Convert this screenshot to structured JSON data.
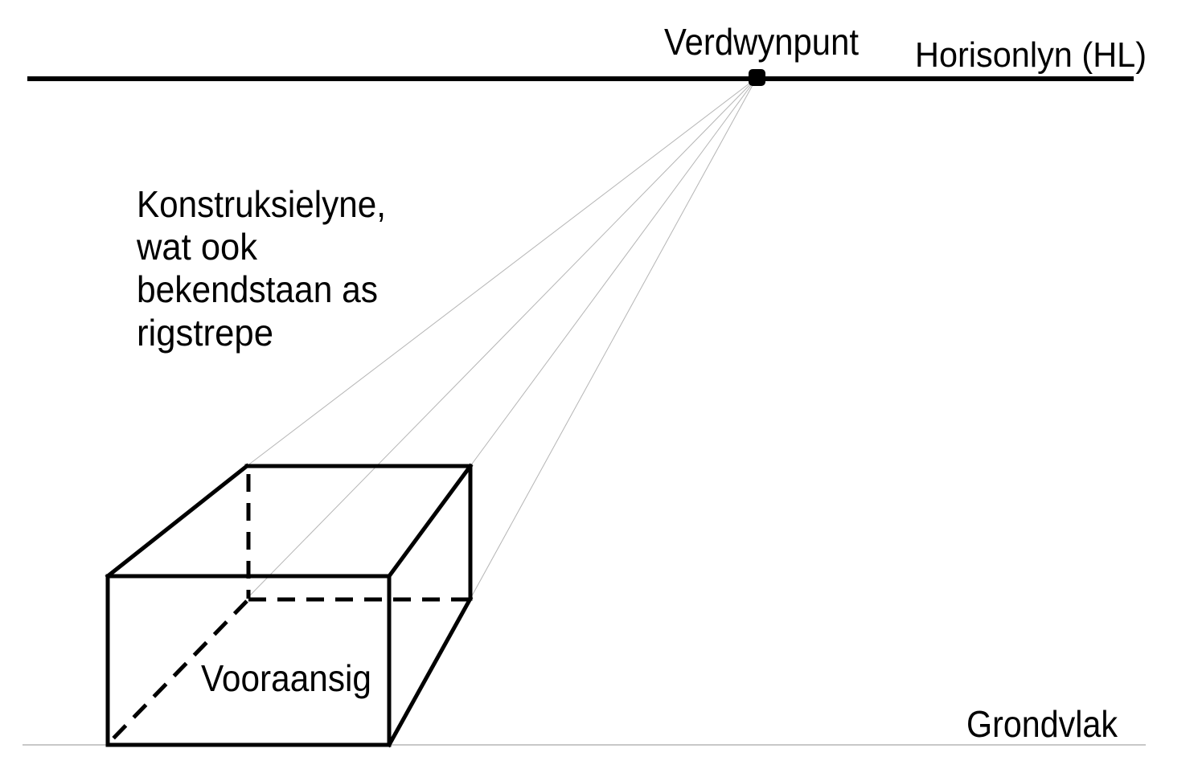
{
  "labels": {
    "vanishing_point": "Verdwynpunt",
    "horizon_line": "Horisonlyn (HL)",
    "construction_lines": [
      "Konstruksielyne,",
      "wat ook",
      "bekendstaan as",
      "rigstrepe"
    ],
    "front_view": "Vooraansig",
    "ground_plane": "Grondvlak"
  },
  "colors": {
    "ink": "#000000",
    "construction_line": "#b5b5b5",
    "ground_line": "#b5b5b5",
    "background": "#ffffff"
  }
}
